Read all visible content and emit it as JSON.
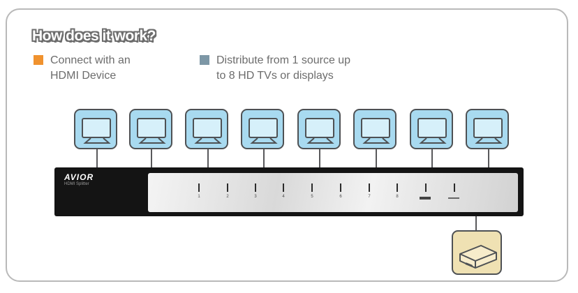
{
  "header": {
    "title": "How does it work?"
  },
  "legend": [
    {
      "label": "Connect with an\nHDMI Device",
      "color": "#f0922e"
    },
    {
      "label": "Distribute from 1 source up\nto 8 HD TVs or displays",
      "color": "#7d97a6"
    }
  ],
  "splitter": {
    "brand": "AVIOR",
    "sublabel": "HDMI Splitter"
  },
  "ports": [
    "1",
    "2",
    "3",
    "4",
    "5",
    "6",
    "7",
    "8"
  ],
  "colors": {
    "display": "#a8daf0",
    "source_device": "#efe1b3",
    "frame_border": "#b9b9b9",
    "splitter_body": "#141414"
  },
  "icons": {
    "display": "tv-icon",
    "source": "media-player-icon"
  }
}
